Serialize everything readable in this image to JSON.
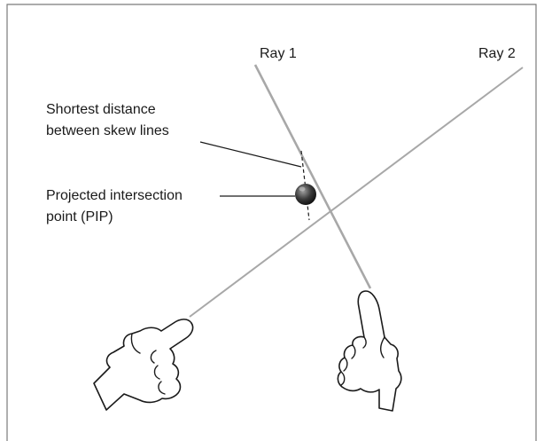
{
  "labels": {
    "ray1": "Ray 1",
    "ray2": "Ray 2",
    "shortest_line1": "Shortest distance",
    "shortest_line2": "between skew lines",
    "pip_line1": "Projected intersection",
    "pip_line2": "point (PIP)"
  },
  "colors": {
    "frame": "#7a7a7a",
    "ray": "#a8a8a8",
    "ink": "#1a1a1a",
    "sphere_light": "#9a9a9a",
    "sphere_dark": "#111111"
  },
  "icons": {
    "left_hand": "pointing-hand-icon",
    "right_hand": "pointing-hand-icon"
  }
}
